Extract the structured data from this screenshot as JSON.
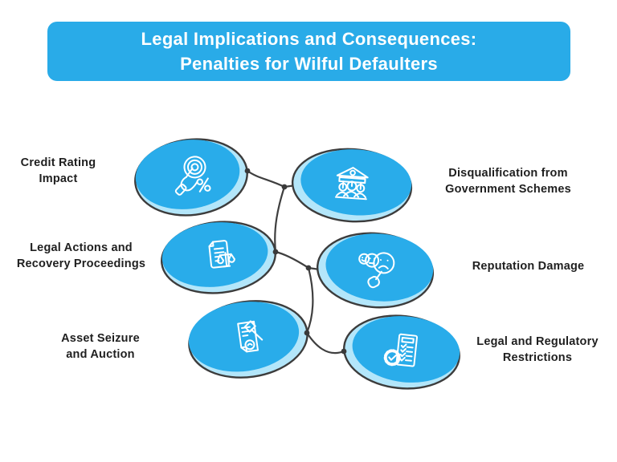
{
  "header": {
    "line1": "Legal Implications and Consequences:",
    "line2": "Penalties for Wilful Defaulters"
  },
  "nodes": [
    {
      "label": "Credit Rating\nImpact",
      "icon": "tap-percent-icon",
      "side": "left"
    },
    {
      "label": "Disqualification from\nGovernment Schemes",
      "icon": "government-building-icon",
      "side": "right"
    },
    {
      "label": "Legal Actions and\nRecovery Proceedings",
      "icon": "document-scales-icon",
      "side": "left"
    },
    {
      "label": "Reputation Damage",
      "icon": "faces-pointing-hand-icon",
      "side": "right"
    },
    {
      "label": "Asset Seizure\nand Auction",
      "icon": "document-gavel-icon",
      "side": "left"
    },
    {
      "label": "Legal and Regulatory\nRestrictions",
      "icon": "checklist-seal-icon",
      "side": "right"
    }
  ],
  "colors": {
    "banner": "#29ABE8",
    "banner_text": "#FFFFFF",
    "blob_fill": "#29ACEA",
    "blob_shadow": "#B3E6FA",
    "outline": "#3C3C3C",
    "connector": "#3F3F3F",
    "label_text": "#1F1F1F",
    "background": "#FFFFFF",
    "icon_stroke": "#FFFFFF"
  }
}
